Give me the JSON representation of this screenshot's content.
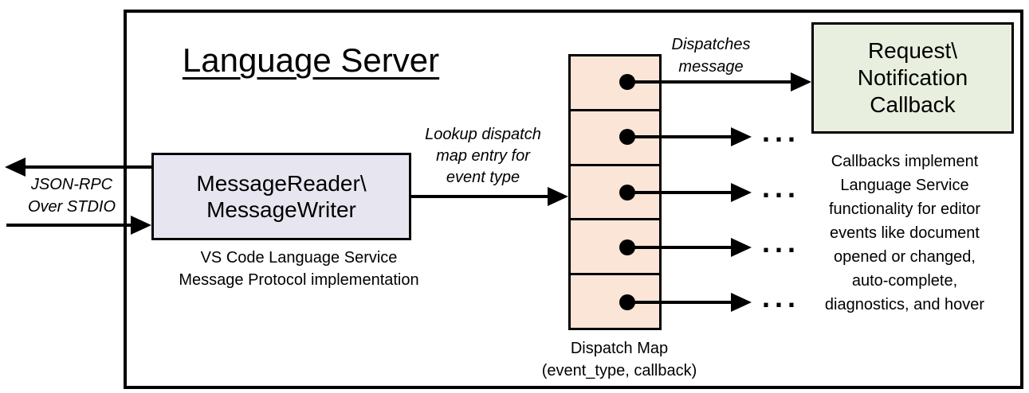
{
  "diagram": {
    "title": "Language Server",
    "reader_box": {
      "label": "MessageReader\\\nMessageWriter",
      "caption": "VS Code Language Service\nMessage Protocol implementation"
    },
    "callback_box": {
      "label": "Request\\\nNotification\nCallback",
      "note": "Callbacks implement\nLanguage Service\nfunctionality for editor\nevents like document\nopened or changed,\nauto-complete,\ndiagnostics, and hover"
    },
    "dispatch_map": {
      "caption": "Dispatch Map\n(event_type, callback)",
      "cell_count": 5
    },
    "labels": {
      "json_rpc": "JSON-RPC\nOver STDIO",
      "lookup": "Lookup dispatch\nmap entry for\nevent type",
      "dispatches": "Dispatches\nmessage",
      "ellipsis": "..."
    },
    "colors": {
      "reader_box_fill": "#E7E6F0",
      "callback_box_fill": "#E9EFDE",
      "dispatch_map_fill": "#FBE5D6",
      "line": "#000000",
      "background": "#FFFFFF"
    }
  }
}
